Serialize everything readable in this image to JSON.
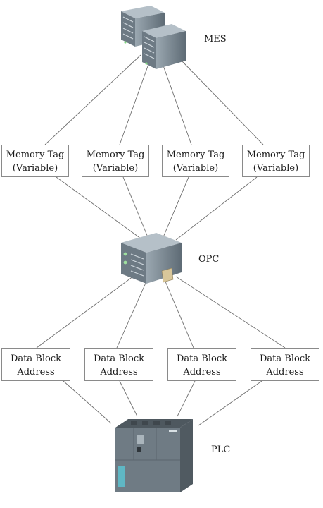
{
  "nodes": {
    "mes": "MES",
    "opc": "OPC",
    "plc": "PLC"
  },
  "memory_tags": [
    {
      "line1": "Memory Tag",
      "line2": "(Variable)"
    },
    {
      "line1": "Memory Tag",
      "line2": "(Variable)"
    },
    {
      "line1": "Memory Tag",
      "line2": "(Variable)"
    },
    {
      "line1": "Memory Tag",
      "line2": "(Variable)"
    }
  ],
  "data_blocks": [
    {
      "line1": "Data Block",
      "line2": "Address"
    },
    {
      "line1": "Data Block",
      "line2": "Address"
    },
    {
      "line1": "Data Block",
      "line2": "Address"
    },
    {
      "line1": "Data Block",
      "line2": "Address"
    }
  ],
  "colors": {
    "line": "#6e6e6e",
    "box_border": "#8a8a8a",
    "server_body": "#7d8c97",
    "plc_body": "#6f7b84",
    "plc_accent": "#5fb7c4"
  },
  "icons": [
    "server-stack-icon",
    "server-icon",
    "plc-icon"
  ]
}
